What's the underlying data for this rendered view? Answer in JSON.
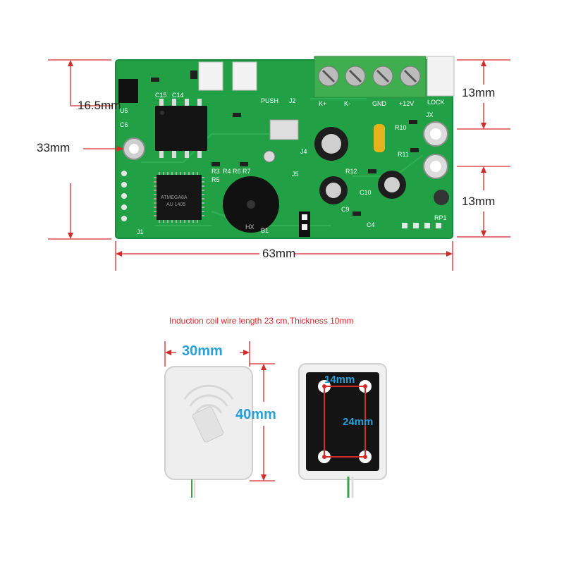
{
  "board": {
    "dims": {
      "left_top": "16.5mm",
      "left_mid": "33mm",
      "right_top": "13mm",
      "right_bottom": "13mm",
      "bottom": "63mm"
    },
    "silkscreen": [
      "U5",
      "C6",
      "C15",
      "C14",
      "R3",
      "R4",
      "R5",
      "R6",
      "R7",
      "J2",
      "PUSH",
      "K+",
      "K-",
      "GND",
      "+12V",
      "LOCK",
      "R10",
      "R11",
      "R12",
      "J5",
      "J4",
      "J1",
      "B1",
      "C9",
      "C10",
      "C4",
      "RP1",
      "JX",
      "HX",
      "ATMEGA8A",
      "AU 1405"
    ]
  },
  "caption": "Induction coil wire length 23 cm,Thickness 10mm",
  "coil": {
    "width_label": "30mm",
    "height_label": "40mm",
    "hole_h_label": "14mm",
    "hole_v_label": "24mm"
  },
  "colors": {
    "pcb": "#22a046",
    "pcb_dark": "#1b8a3a",
    "dimension_line": "#d42a2a",
    "dimension_text_blue": "#2a9fd8",
    "terminal_block": "#3fae4f",
    "coil_body": "#eeeeee",
    "coil_back": "#141414"
  }
}
